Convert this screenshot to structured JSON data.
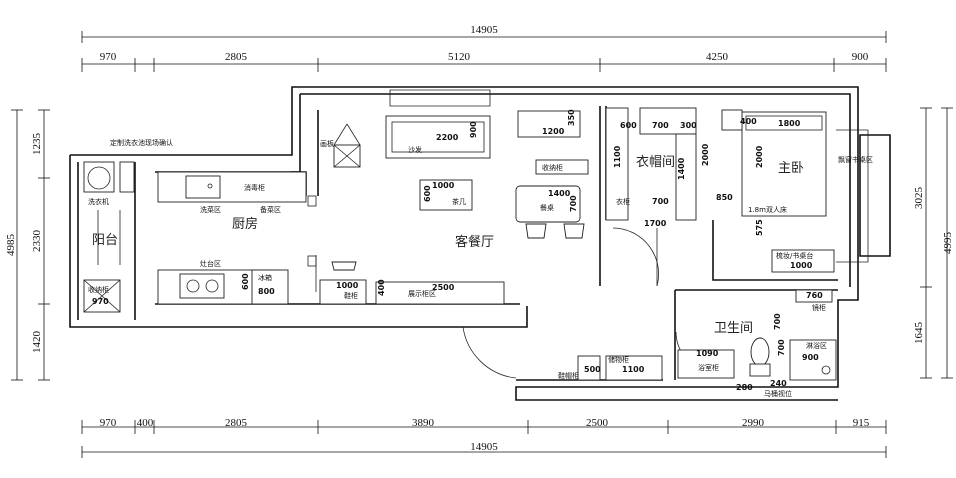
{
  "dimensions": {
    "top_total": "14905",
    "top_segments": [
      "970",
      "2805",
      "5120",
      "4250",
      "900"
    ],
    "bottom_total": "14905",
    "bottom_segments": [
      "970",
      "400",
      "2805",
      "3890",
      "2500",
      "2990",
      "915"
    ],
    "left_total": "4985",
    "left_segments": [
      "1235",
      "2330",
      "1420"
    ],
    "right_total": "4995",
    "right_segments": [
      "3025",
      "1645"
    ]
  },
  "rooms": {
    "balcony": "阳台",
    "kitchen": "厨房",
    "living_dining": "客餐厅",
    "closet": "衣帽间",
    "master_bedroom": "主卧",
    "bathroom": "卫生间"
  },
  "labels": {
    "washbasin_note": "定制洗衣池现场确认",
    "washer": "洗衣机",
    "balcony_cabinet": "收纳柜",
    "balcony_cabinet_size": "970",
    "sink_zone": "洗菜区",
    "disinfect": "消毒柜",
    "prep": "备菜区",
    "stove": "灶台区",
    "fridge": "冰箱",
    "fridge_size": "800",
    "fridge_depth": "600",
    "easel": "画板",
    "sofa": "沙发",
    "sofa_size": "2200",
    "sofa_depth": "900",
    "tv_cabinet_top": "1200",
    "tv_cabinet_top_d": "350",
    "wine_cabinet": "收纳柜",
    "coffee_table_size": "1000",
    "coffee_table_d": "600",
    "coffee_table": "茶几",
    "dining_size": "1400",
    "dining_d": "700",
    "dining": "餐桌",
    "shoe_cabinet_w": "1000",
    "shoe_cabinet_d": "400",
    "shoe_cabinet": "鞋柜",
    "display_cabinet": "展示柜区",
    "display_size": "2500",
    "closet_600": "600",
    "closet_700": "700",
    "closet_300": "300",
    "closet_1100": "1100",
    "closet_1400": "1400",
    "closet_2000": "2000",
    "closet_700b": "700",
    "closet_1700": "1700",
    "closet_tag": "衣柜",
    "bed_1800": "1800",
    "bed_2000": "2000",
    "bed_850": "850",
    "bed_575": "575",
    "bedside_400": "400",
    "bed_tag": "1.8m双人床",
    "vanity": "梳妆/书桌台",
    "vanity_size": "1000",
    "bay_window": "飘窗书桌区",
    "bath_760": "760",
    "bath_700": "700",
    "shower": "淋浴区",
    "shower_size": "900",
    "mirror_cabinet": "镜柜",
    "basin": "浴室柜",
    "basin_size": "1090",
    "toilet_280": "280",
    "toilet_240": "240",
    "toilet_tag": "马桶视位",
    "entry_cabinet_a": "500",
    "entry_cabinet_b": "1100",
    "entry_cabinet_tag": "鞋帽柜",
    "entry_cabinet_tag2": "储物柜",
    "bath_700b": "700"
  }
}
